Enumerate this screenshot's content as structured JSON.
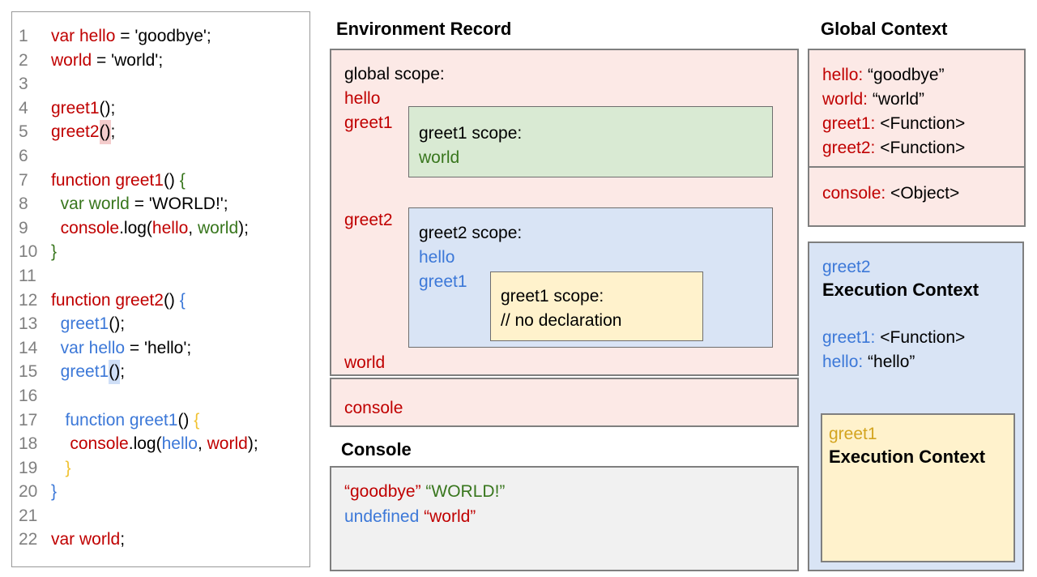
{
  "colors": {
    "accent_red": "#c00000",
    "accent_green": "#38761d",
    "accent_blue": "#3c78d8",
    "accent_yellow": "#f1c232",
    "pink_fill": "#fce9e6",
    "green_fill": "#d9ead3",
    "blue_fill": "#d9e4f5",
    "yellow_fill": "#fff2cc",
    "console_fill": "#f1f1f1"
  },
  "code_panel": {
    "lines": [
      {
        "n": "1",
        "segs": [
          {
            "t": "var hello",
            "c": "red"
          },
          {
            "t": " = 'goodbye';",
            "c": "black"
          }
        ]
      },
      {
        "n": "2",
        "segs": [
          {
            "t": "world",
            "c": "red"
          },
          {
            "t": " = 'world';",
            "c": "black"
          }
        ]
      },
      {
        "n": "3",
        "segs": []
      },
      {
        "n": "4",
        "segs": [
          {
            "t": "greet1",
            "c": "red"
          },
          {
            "t": "();",
            "c": "black"
          }
        ]
      },
      {
        "n": "5",
        "segs": [
          {
            "t": "greet2",
            "c": "red"
          },
          {
            "t": "()",
            "c": "black",
            "h": "pink"
          },
          {
            "t": ";",
            "c": "black"
          }
        ]
      },
      {
        "n": "6",
        "segs": []
      },
      {
        "n": "7",
        "segs": [
          {
            "t": "function greet1",
            "c": "red"
          },
          {
            "t": "() ",
            "c": "black"
          },
          {
            "t": "{",
            "c": "green"
          }
        ]
      },
      {
        "n": "8",
        "segs": [
          {
            "t": "  var world",
            "c": "green"
          },
          {
            "t": " = 'WORLD!';",
            "c": "black"
          }
        ]
      },
      {
        "n": "9",
        "segs": [
          {
            "t": "  console",
            "c": "red"
          },
          {
            "t": ".log(",
            "c": "black"
          },
          {
            "t": "hello",
            "c": "red"
          },
          {
            "t": ", ",
            "c": "black"
          },
          {
            "t": "world",
            "c": "green"
          },
          {
            "t": ");",
            "c": "black"
          }
        ]
      },
      {
        "n": "10",
        "segs": [
          {
            "t": "}",
            "c": "green"
          }
        ]
      },
      {
        "n": "11",
        "segs": []
      },
      {
        "n": "12",
        "segs": [
          {
            "t": "function greet2",
            "c": "red"
          },
          {
            "t": "() ",
            "c": "black"
          },
          {
            "t": "{",
            "c": "blue"
          }
        ]
      },
      {
        "n": "13",
        "segs": [
          {
            "t": "  greet1",
            "c": "blue"
          },
          {
            "t": "();",
            "c": "black"
          }
        ]
      },
      {
        "n": "14",
        "segs": [
          {
            "t": "  var hello",
            "c": "blue"
          },
          {
            "t": " = 'hello';",
            "c": "black"
          }
        ]
      },
      {
        "n": "15",
        "segs": [
          {
            "t": "  greet1",
            "c": "blue"
          },
          {
            "t": "()",
            "c": "black",
            "h": "blue"
          },
          {
            "t": ";",
            "c": "black"
          }
        ]
      },
      {
        "n": "16",
        "segs": []
      },
      {
        "n": "17",
        "segs": [
          {
            "t": "   function greet1",
            "c": "blue"
          },
          {
            "t": "() ",
            "c": "black"
          },
          {
            "t": "{",
            "c": "yellow"
          }
        ]
      },
      {
        "n": "18",
        "segs": [
          {
            "t": "    console",
            "c": "red"
          },
          {
            "t": ".log(",
            "c": "black"
          },
          {
            "t": "hello",
            "c": "blue"
          },
          {
            "t": ", ",
            "c": "black"
          },
          {
            "t": "world",
            "c": "red"
          },
          {
            "t": ");",
            "c": "black"
          }
        ]
      },
      {
        "n": "19",
        "segs": [
          {
            "t": "   }",
            "c": "yellow"
          }
        ]
      },
      {
        "n": "20",
        "segs": [
          {
            "t": "}",
            "c": "blue"
          }
        ]
      },
      {
        "n": "21",
        "segs": []
      },
      {
        "n": "22",
        "segs": [
          {
            "t": "var world",
            "c": "red"
          },
          {
            "t": ";",
            "c": "black"
          }
        ]
      }
    ]
  },
  "environment_record": {
    "title": "Environment Record",
    "global_scope_label": "global scope:",
    "var_hello": "hello",
    "var_greet1": "greet1",
    "var_greet2": "greet2",
    "var_world": "world",
    "var_console": "console",
    "greet1_scope": {
      "label": "greet1 scope:",
      "var_world": "world"
    },
    "greet2_scope": {
      "label": "greet2 scope:",
      "var_hello": "hello",
      "var_greet1": "greet1",
      "inner_greet1_scope": {
        "label": "greet1 scope:",
        "comment": "// no declaration"
      }
    }
  },
  "console_panel": {
    "title": "Console",
    "lines": [
      {
        "segs": [
          {
            "t": "“goodbye”",
            "c": "red"
          },
          {
            "t": " ",
            "c": "black"
          },
          {
            "t": "“WORLD!”",
            "c": "green"
          }
        ]
      },
      {
        "segs": [
          {
            "t": "undefined",
            "c": "blue"
          },
          {
            "t": " ",
            "c": "black"
          },
          {
            "t": "“world”",
            "c": "red"
          }
        ]
      }
    ]
  },
  "global_context": {
    "title": "Global Context",
    "entries_top": [
      {
        "segs": [
          {
            "t": "hello:",
            "c": "red"
          },
          {
            "t": " “goodbye”",
            "c": "black"
          }
        ]
      },
      {
        "segs": [
          {
            "t": "world:",
            "c": "red"
          },
          {
            "t": " “world”",
            "c": "black"
          }
        ]
      },
      {
        "segs": [
          {
            "t": "greet1:",
            "c": "red"
          },
          {
            "t": " <Function>",
            "c": "black"
          }
        ]
      },
      {
        "segs": [
          {
            "t": "greet2:",
            "c": "red"
          },
          {
            "t": " <Function>",
            "c": "black"
          }
        ]
      }
    ],
    "entries_bottom": [
      {
        "segs": [
          {
            "t": "console:",
            "c": "red"
          },
          {
            "t": " <Object>",
            "c": "black"
          }
        ]
      }
    ]
  },
  "execution_context": {
    "fn_name": "greet2",
    "title": "Execution Context",
    "entries": [
      {
        "segs": [
          {
            "t": "greet1:",
            "c": "blue"
          },
          {
            "t": " <Function>",
            "c": "black"
          }
        ]
      },
      {
        "segs": [
          {
            "t": "hello:",
            "c": "blue"
          },
          {
            "t": " “hello”",
            "c": "black"
          }
        ]
      }
    ],
    "inner": {
      "fn_name": "greet1",
      "title": "Execution Context"
    }
  }
}
